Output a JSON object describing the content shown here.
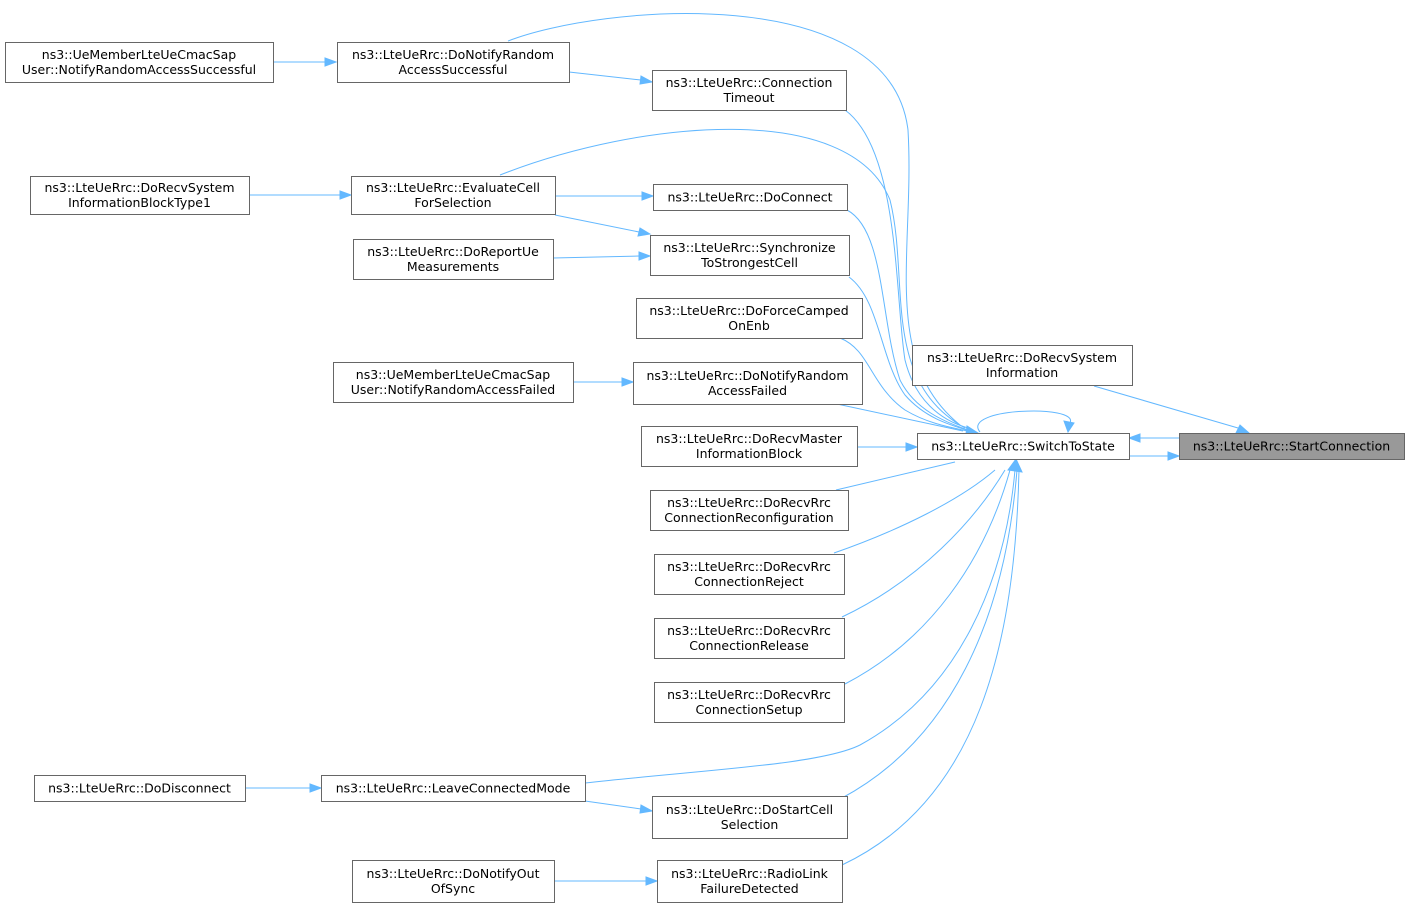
{
  "nodes": {
    "start_connection": [
      "ns3::LteUeRrc::StartConnection"
    ],
    "switch_to_state": [
      "ns3::LteUeRrc::SwitchToState"
    ],
    "do_recv_system_information": [
      "ns3::LteUeRrc::DoRecvSystem",
      "Information"
    ],
    "nra_successful_sap": [
      "ns3::UeMemberLteUeCmacSap",
      "User::NotifyRandomAccessSuccessful"
    ],
    "do_notify_ra_successful": [
      "ns3::LteUeRrc::DoNotifyRandom",
      "AccessSuccessful"
    ],
    "connection_timeout": [
      "ns3::LteUeRrc::Connection",
      "Timeout"
    ],
    "do_recv_sib1": [
      "ns3::LteUeRrc::DoRecvSystem",
      "InformationBlockType1"
    ],
    "evaluate_cell": [
      "ns3::LteUeRrc::EvaluateCell",
      "ForSelection"
    ],
    "do_connect": [
      "ns3::LteUeRrc::DoConnect"
    ],
    "do_report_ue": [
      "ns3::LteUeRrc::DoReportUe",
      "Measurements"
    ],
    "synchronize": [
      "ns3::LteUeRrc::Synchronize",
      "ToStrongestCell"
    ],
    "do_force_camped": [
      "ns3::LteUeRrc::DoForceCamped",
      "OnEnb"
    ],
    "nra_failed_sap": [
      "ns3::UeMemberLteUeCmacSap",
      "User::NotifyRandomAccessFailed"
    ],
    "do_notify_ra_failed": [
      "ns3::LteUeRrc::DoNotifyRandom",
      "AccessFailed"
    ],
    "do_recv_mib": [
      "ns3::LteUeRrc::DoRecvMaster",
      "InformationBlock"
    ],
    "do_recv_rrc_reconf": [
      "ns3::LteUeRrc::DoRecvRrc",
      "ConnectionReconfiguration"
    ],
    "do_recv_rrc_reject": [
      "ns3::LteUeRrc::DoRecvRrc",
      "ConnectionReject"
    ],
    "do_recv_rrc_release": [
      "ns3::LteUeRrc::DoRecvRrc",
      "ConnectionRelease"
    ],
    "do_recv_rrc_setup": [
      "ns3::LteUeRrc::DoRecvRrc",
      "ConnectionSetup"
    ],
    "do_disconnect": [
      "ns3::LteUeRrc::DoDisconnect"
    ],
    "leave_connected": [
      "ns3::LteUeRrc::LeaveConnectedMode"
    ],
    "do_start_cell": [
      "ns3::LteUeRrc::DoStartCell",
      "Selection"
    ],
    "do_notify_out_of_sync": [
      "ns3::LteUeRrc::DoNotifyOut",
      "OfSync"
    ],
    "radio_link_failure": [
      "ns3::LteUeRrc::RadioLink",
      "FailureDetected"
    ]
  },
  "focus_node": "start_connection",
  "colors": {
    "edge": "#63b8ff",
    "focus_fill": "#999999",
    "node_stroke": "#666666"
  }
}
